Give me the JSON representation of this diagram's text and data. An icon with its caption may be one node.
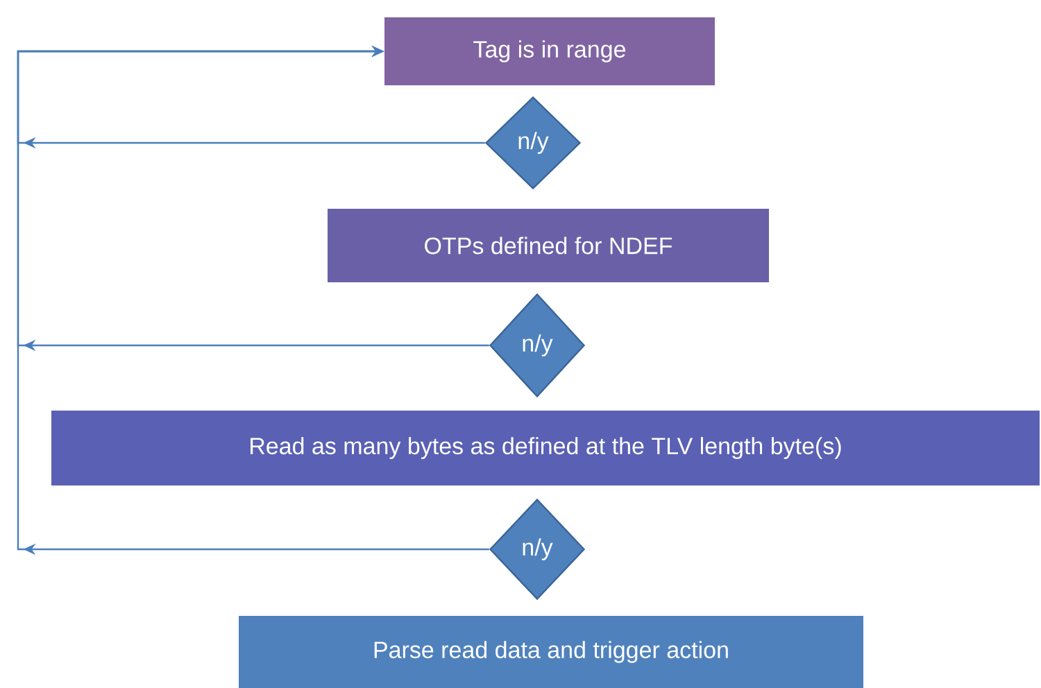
{
  "diagram": {
    "nodes": [
      {
        "text": [
          "Tag is in range"
        ]
      },
      {
        "text": [
          "n/y"
        ]
      },
      {
        "text": [
          "OTPs defined for NDEF"
        ]
      },
      {
        "text": [
          "n/y"
        ]
      },
      {
        "text": [
          "Read as many bytes as defined at the TLV length byte(s)"
        ]
      },
      {
        "text": [
          "n/y"
        ]
      },
      {
        "text": [
          "Parse read data and trigger action"
        ]
      }
    ],
    "edges": [
      {
        "from": 1,
        "to": 0,
        "arrow": "to"
      },
      {
        "from": 3,
        "to": 0,
        "arrow": "to"
      },
      {
        "from": 5,
        "to": 0,
        "arrow": "to"
      }
    ]
  }
}
